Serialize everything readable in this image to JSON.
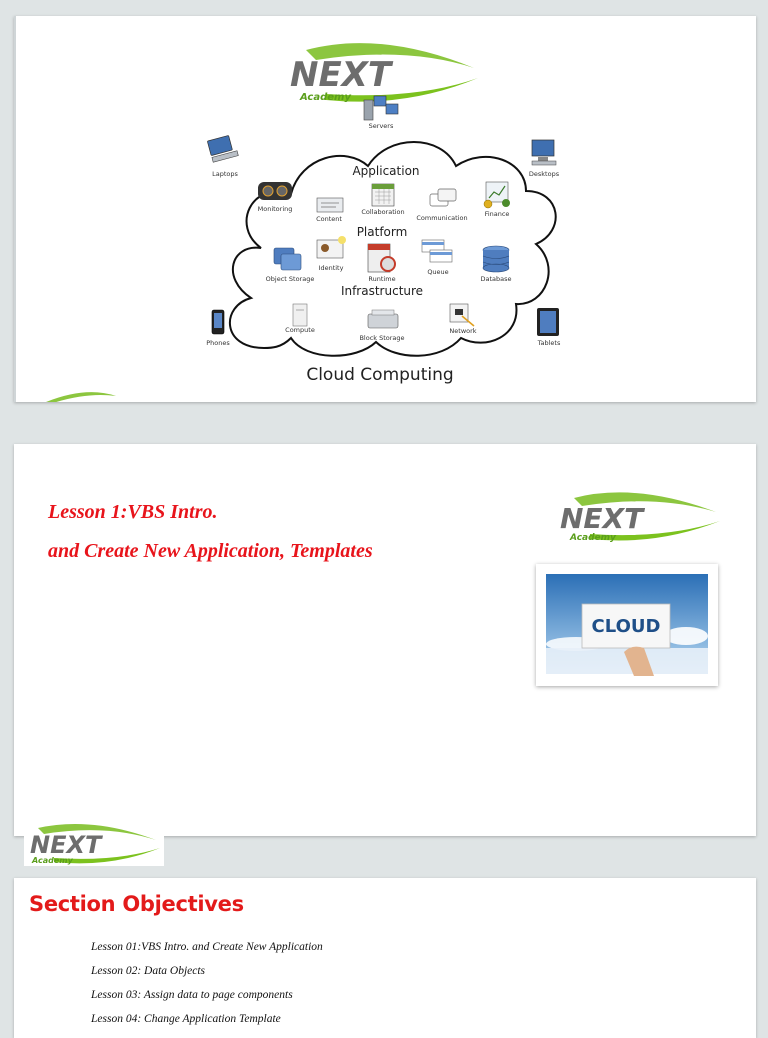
{
  "slide1": {
    "logo": {
      "brand": "NEXT",
      "sub": "Academy"
    },
    "diagram": {
      "caption": "Cloud Computing",
      "sections": {
        "application": "Application",
        "platform": "Platform",
        "infrastructure": "Infrastructure"
      },
      "outer": {
        "servers": "Servers",
        "laptops": "Laptops",
        "desktops": "Desktops",
        "phones": "Phones",
        "tablets": "Tablets"
      },
      "application_items": [
        "Monitoring",
        "Content",
        "Collaboration",
        "Communication",
        "Finance"
      ],
      "platform_items": [
        "Object Storage",
        "Identity",
        "Runtime",
        "Queue",
        "Database"
      ],
      "infrastructure_items": [
        "Compute",
        "Block Storage",
        "Network"
      ]
    }
  },
  "slide2": {
    "title_line1": "Lesson 1:VBS Intro.",
    "title_line2": "and Create New Application, Templates",
    "logo": {
      "brand": "NEXT",
      "sub": "Academy"
    },
    "photo_text": "CLOUD",
    "footer_logo": {
      "brand": "NEXT",
      "sub": "Academy"
    }
  },
  "slide3": {
    "heading": "Section Objectives",
    "items": [
      "Lesson 01:VBS Intro. and Create New Application",
      "Lesson 02: Data Objects",
      "Lesson 03: Assign data to page components",
      "Lesson 04: Change Application Template"
    ]
  },
  "colors": {
    "accent_red": "#e8141b",
    "logo_green": "#7cc21e",
    "logo_grey": "#6d6d6d"
  }
}
